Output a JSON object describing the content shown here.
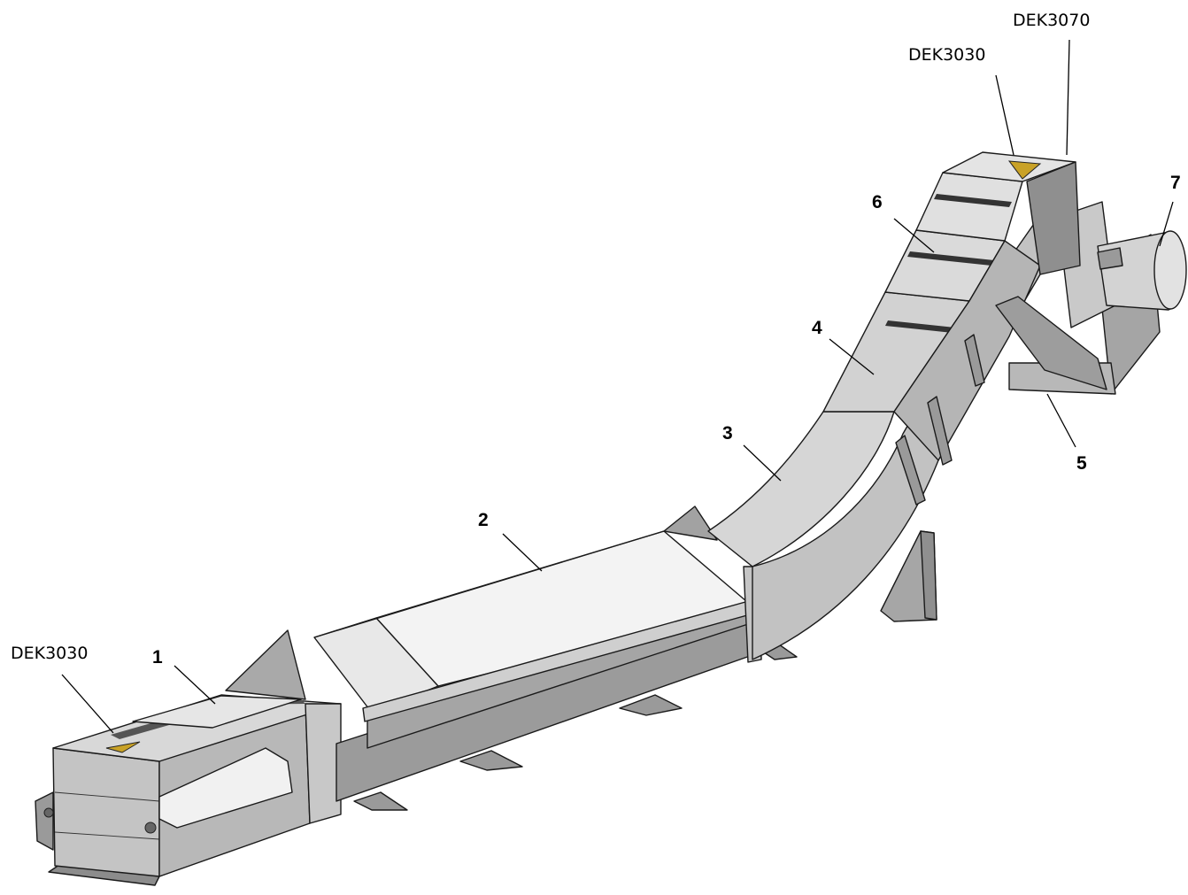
{
  "callouts": {
    "c1": "1",
    "c2": "2",
    "c3": "3",
    "c4": "4",
    "c5": "5",
    "c6": "6",
    "c7": "7"
  },
  "warning_labels": {
    "inlet": "DEK3030",
    "head": "DEK3030",
    "drive": "DEK3070"
  },
  "colors": {
    "steel_light": "#d9d9d9",
    "steel_mid": "#b3b3b3",
    "steel_dark": "#8c8c8c",
    "panel_white": "#ececec",
    "warning_triangle": "#c9a227"
  }
}
